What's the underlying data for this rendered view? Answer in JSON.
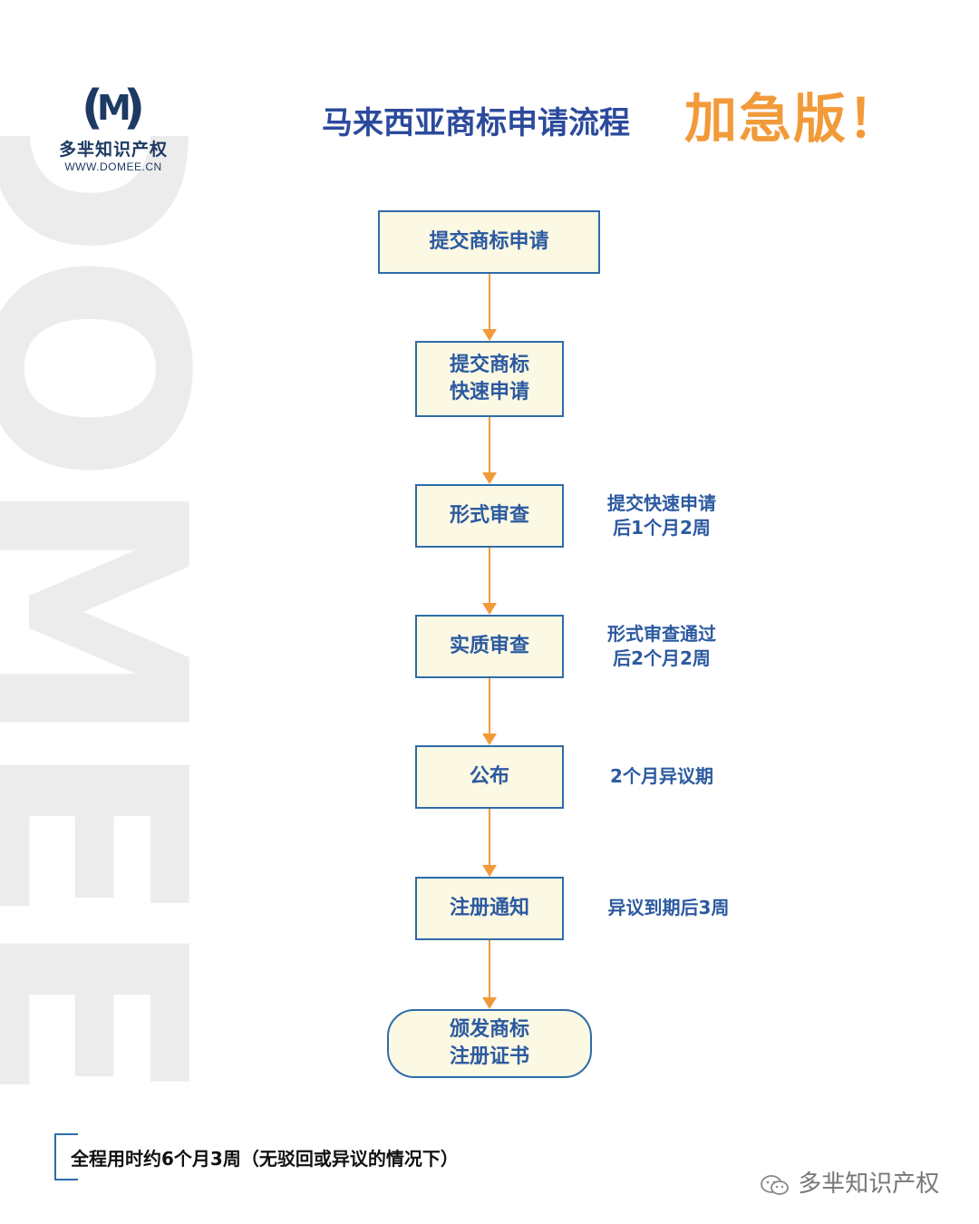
{
  "watermark": "DOMEE",
  "logo": {
    "mark_letter": "M",
    "company": "多芈知识产权",
    "url": "WWW.DOMEE.CN"
  },
  "title": {
    "main": "马来西亚商标申请流程",
    "accent": "加急版！"
  },
  "steps": [
    {
      "lines": [
        "提交商标申请"
      ],
      "note": []
    },
    {
      "lines": [
        "提交商标",
        "快速申请"
      ],
      "note": []
    },
    {
      "lines": [
        "形式审查"
      ],
      "note": [
        "提交快速申请",
        "后1个月2周"
      ]
    },
    {
      "lines": [
        "实质审查"
      ],
      "note": [
        "形式审查通过",
        "后2个月2周"
      ]
    },
    {
      "lines": [
        "公布"
      ],
      "note": [
        "2个月异议期"
      ]
    },
    {
      "lines": [
        "注册通知"
      ],
      "note": [
        "异议到期后3周"
      ]
    },
    {
      "lines": [
        "颁发商标",
        "注册证书"
      ],
      "note": []
    }
  ],
  "footer": "全程用时约6个月3周（无驳回或异议的情况下）",
  "wechat": {
    "icon": "wechat-icon",
    "name": "多芈知识产权"
  },
  "colors": {
    "box_border": "#2e6ca8",
    "box_fill": "#fbf8e4",
    "arrow": "#f29a3a",
    "text": "#2c5aa0",
    "accent": "#f29a3a"
  }
}
